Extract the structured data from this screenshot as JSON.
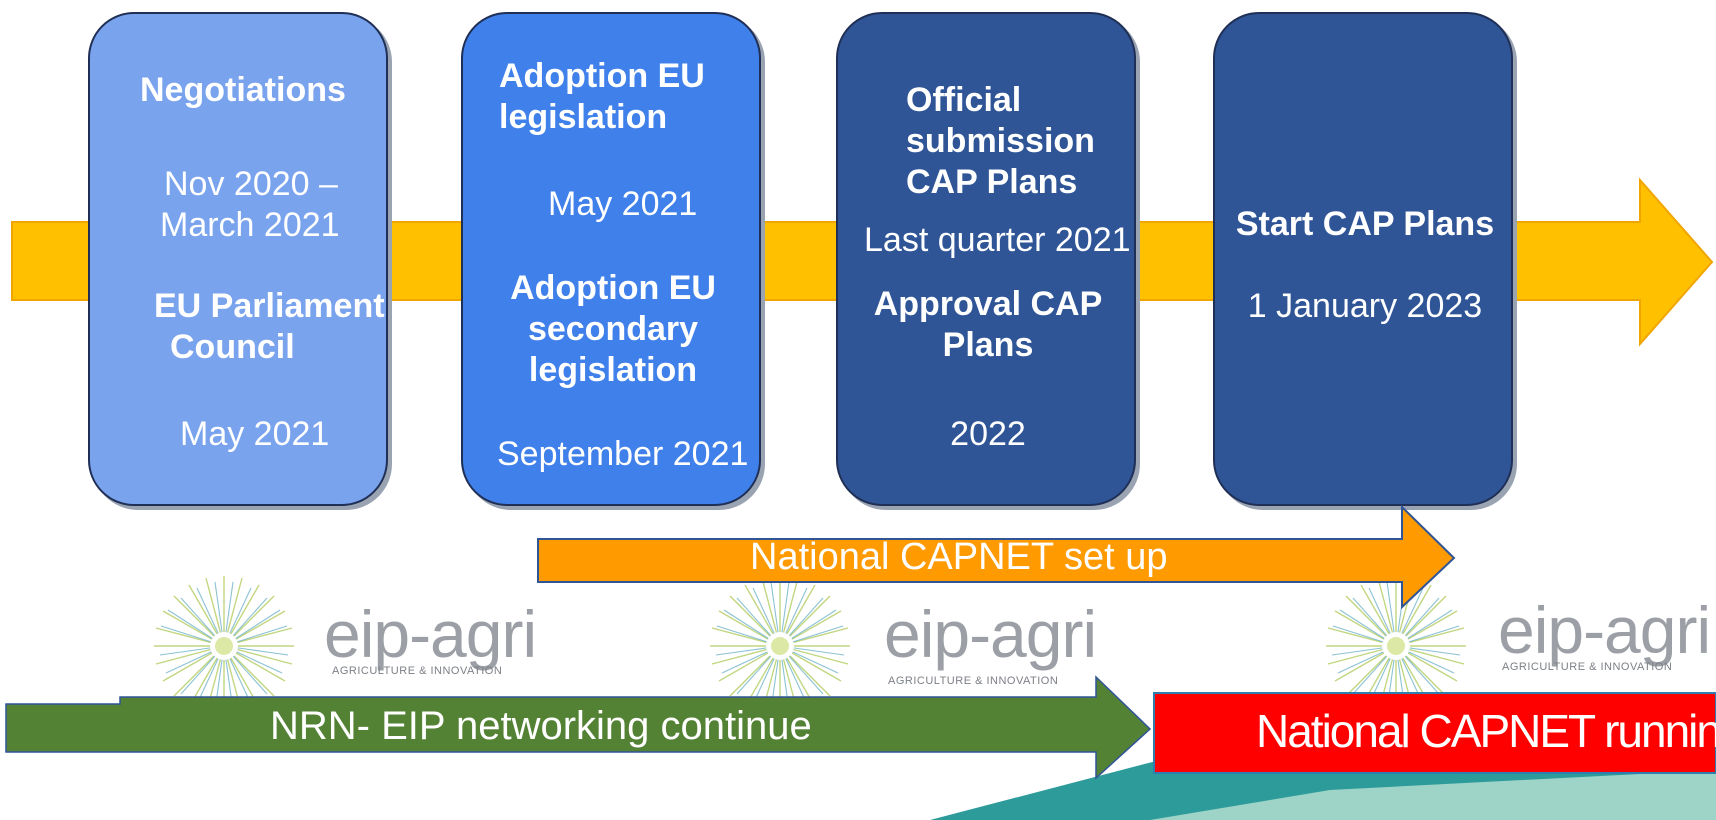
{
  "colors": {
    "timeline_arrow": "#ffc000",
    "box1": "#7aa3ee",
    "box2": "#3f80ea",
    "box3": "#2f5597",
    "box4": "#2f5597",
    "setup_arrow": "#ff9a00",
    "networking_arrow": "#548235",
    "running_banner": "#ff0000",
    "teal": "#2e9b9b",
    "mint": "#9ed4c8"
  },
  "box1": {
    "title": "Negotiations",
    "date1_line1": "Nov 2020 –",
    "date1_line2": "March 2021",
    "sub_line1": "EU Parliament",
    "sub_line2": "Council",
    "date2": "May 2021"
  },
  "box2": {
    "title_line1": "Adoption EU",
    "title_line2": "legislation",
    "date1": "May 2021",
    "sub_line1": "Adoption EU",
    "sub_line2": "secondary",
    "sub_line3": "legislation",
    "date2": "September 2021"
  },
  "box3": {
    "title_line1": "Official",
    "title_line2": "submission",
    "title_line3": "CAP Plans",
    "date1": "Last quarter 2021",
    "sub_line1": "Approval CAP",
    "sub_line2": "Plans",
    "date2": "2022"
  },
  "box4": {
    "title": "Start CAP Plans",
    "date1": "1 January 2023"
  },
  "arrows": {
    "setup_label": "National CAPNET set up",
    "networking_label": "NRN- EIP networking continue",
    "running_label": "National CAPNET running"
  },
  "logo": {
    "name": "eip-agri",
    "tagline": "AGRICULTURE & INNOVATION",
    "icon": "starburst-icon"
  }
}
